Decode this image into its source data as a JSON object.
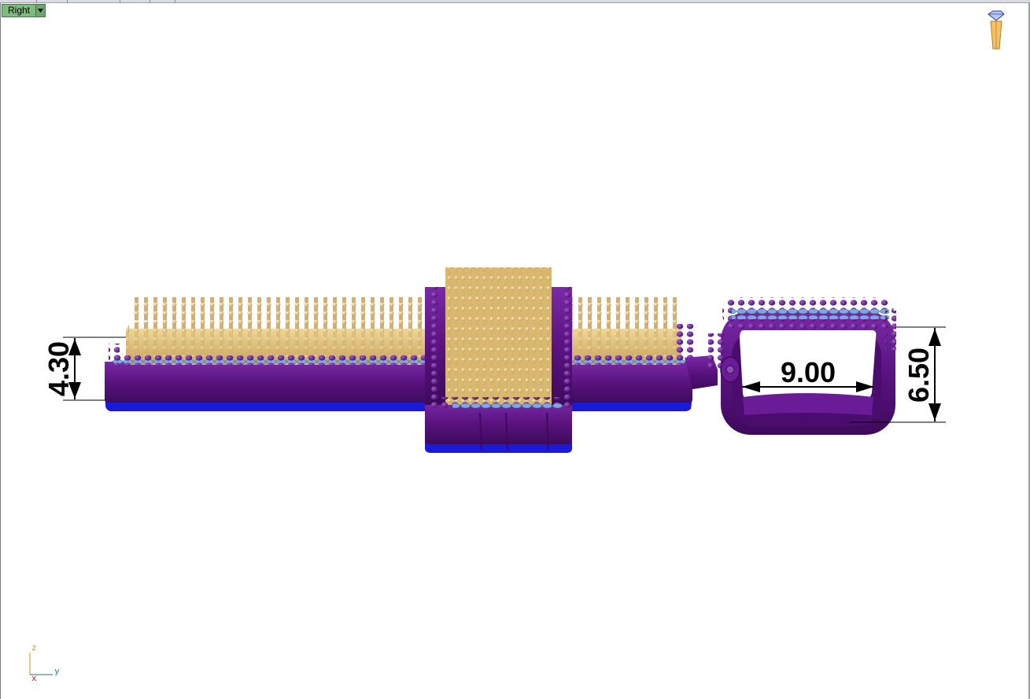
{
  "viewport": {
    "name": "Right",
    "menu_icon": "chevron-down-icon"
  },
  "dimensions": {
    "height_left": "4.30",
    "width_bail": "9.00",
    "height_bail": "6.50"
  },
  "axes": {
    "z": "z",
    "y": "y",
    "x": "x"
  },
  "colors": {
    "purple": "#5a1380",
    "gold": "#d9b96f",
    "stone": "#7fa9dc",
    "blue": "#1a1ad9",
    "tab_green": "#7fba7f"
  },
  "icons": {
    "top_right": "gem-on-stand-icon"
  }
}
